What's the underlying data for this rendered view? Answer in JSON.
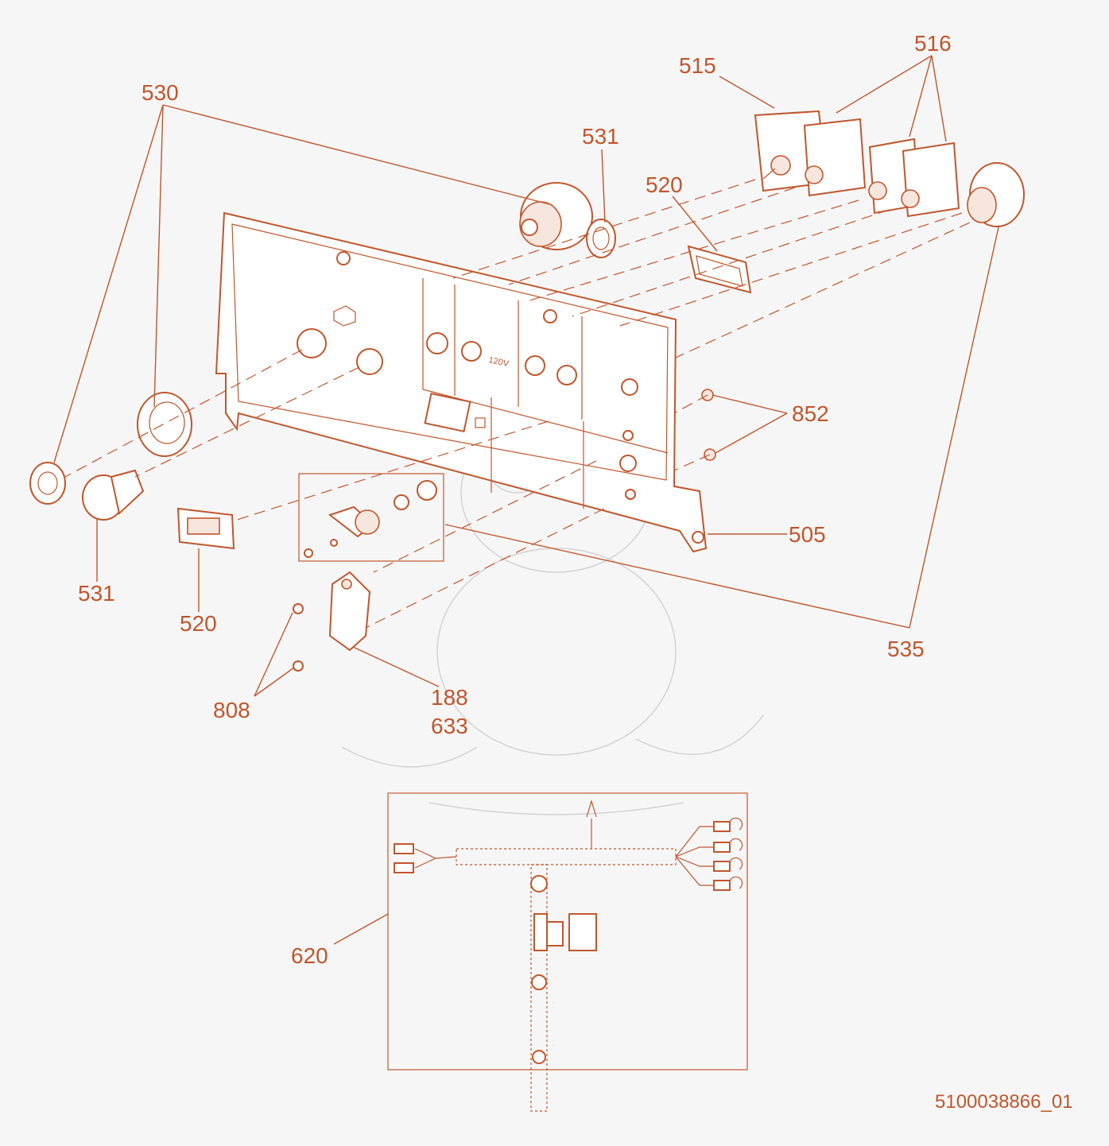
{
  "accent_color": "#c0562d",
  "background_color": "#f6f6f6",
  "callouts": {
    "c530": "530",
    "c531_top": "531",
    "c515": "515",
    "c516": "516",
    "c520_top": "520",
    "c852": "852",
    "c505": "505",
    "c535": "535",
    "c531_bottom": "531",
    "c520_bottom": "520",
    "c808": "808",
    "c188": "188",
    "c633": "633",
    "c620": "620"
  },
  "panel_text": {
    "v120": "120V"
  },
  "document_id": "5100038866_01"
}
